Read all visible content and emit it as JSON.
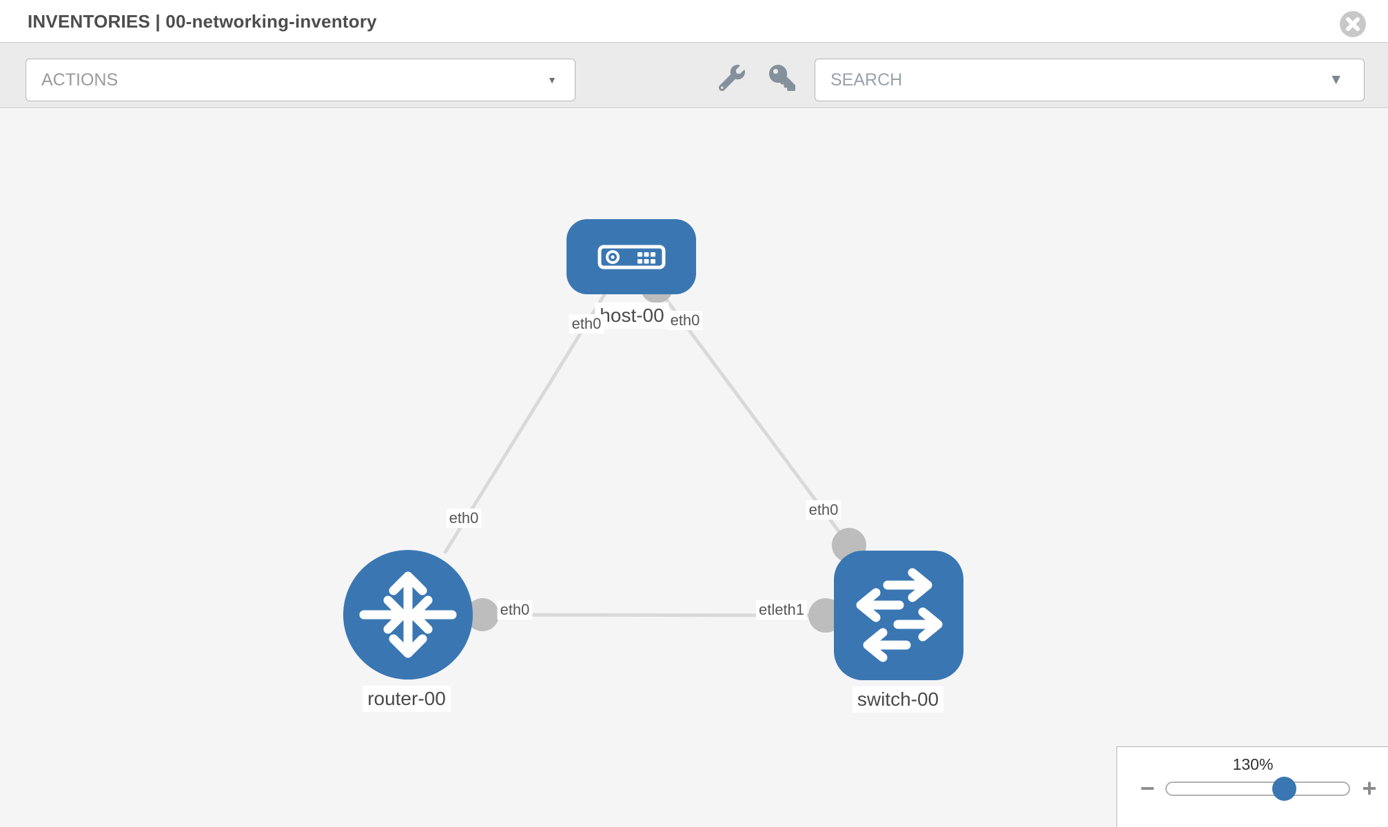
{
  "header": {
    "title": "INVENTORIES | 00-networking-inventory"
  },
  "toolbar": {
    "actions_label": "ACTIONS",
    "search_label": "SEARCH",
    "icons": [
      "wrench-icon",
      "key-icon"
    ]
  },
  "topology": {
    "nodes": [
      {
        "id": "host-00",
        "type": "host",
        "label": "host-00"
      },
      {
        "id": "router-00",
        "type": "router",
        "label": "router-00"
      },
      {
        "id": "switch-00",
        "type": "switch",
        "label": "switch-00"
      }
    ],
    "links": [
      {
        "from": "host-00",
        "to": "router-00",
        "from_interface": "eth0",
        "to_interface": "eth0"
      },
      {
        "from": "host-00",
        "to": "switch-00",
        "from_interface": "eth0",
        "to_interface": "eth0"
      },
      {
        "from": "router-00",
        "to": "switch-00",
        "from_interface": "eth0",
        "to_interface": "etleth1"
      }
    ]
  },
  "zoom_control": {
    "level": "130%",
    "zoom_out_label": "−",
    "zoom_in_label": "+"
  },
  "colors": {
    "node_blue": "#3a77b2",
    "link_gray": "#d9d9d9",
    "endpoint_gray": "#bdbdbd",
    "icon_gray": "#84909c"
  }
}
